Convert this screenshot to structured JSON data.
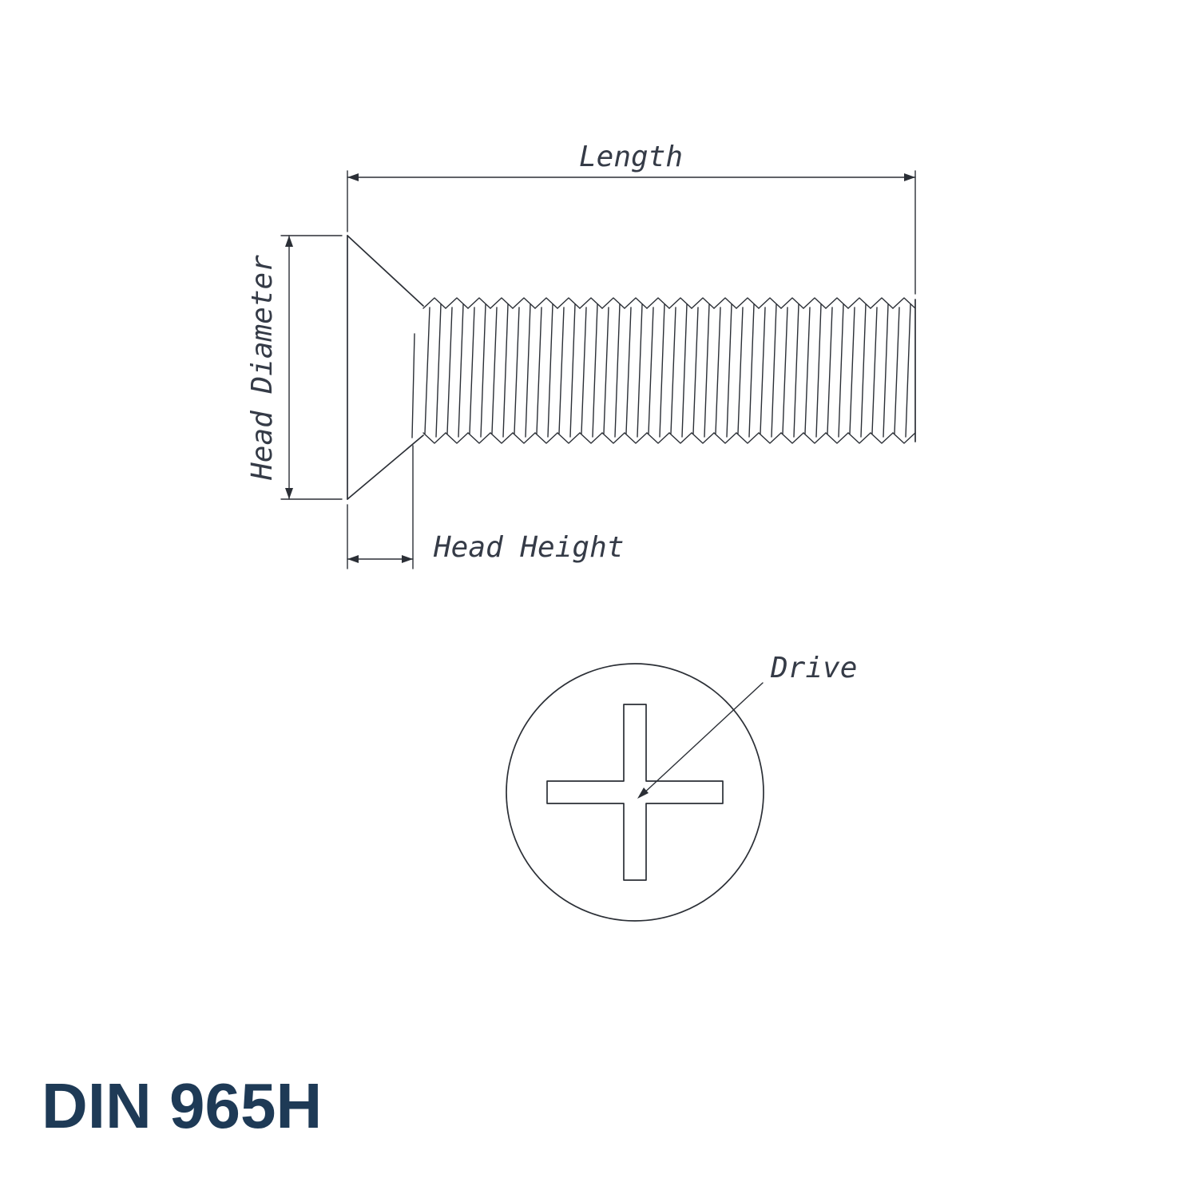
{
  "title": "DIN 965H",
  "labels": {
    "length": "Length",
    "head_diameter": "Head Diameter",
    "head_height": "Head Height",
    "drive": "Drive"
  },
  "drawing": {
    "part": "Countersunk flat head screw with Phillips cross drive",
    "views": [
      "side-view",
      "head-on-view"
    ]
  },
  "colors": {
    "line": "#2b2f36",
    "text": "#353b47",
    "title": "#1e3a56"
  }
}
